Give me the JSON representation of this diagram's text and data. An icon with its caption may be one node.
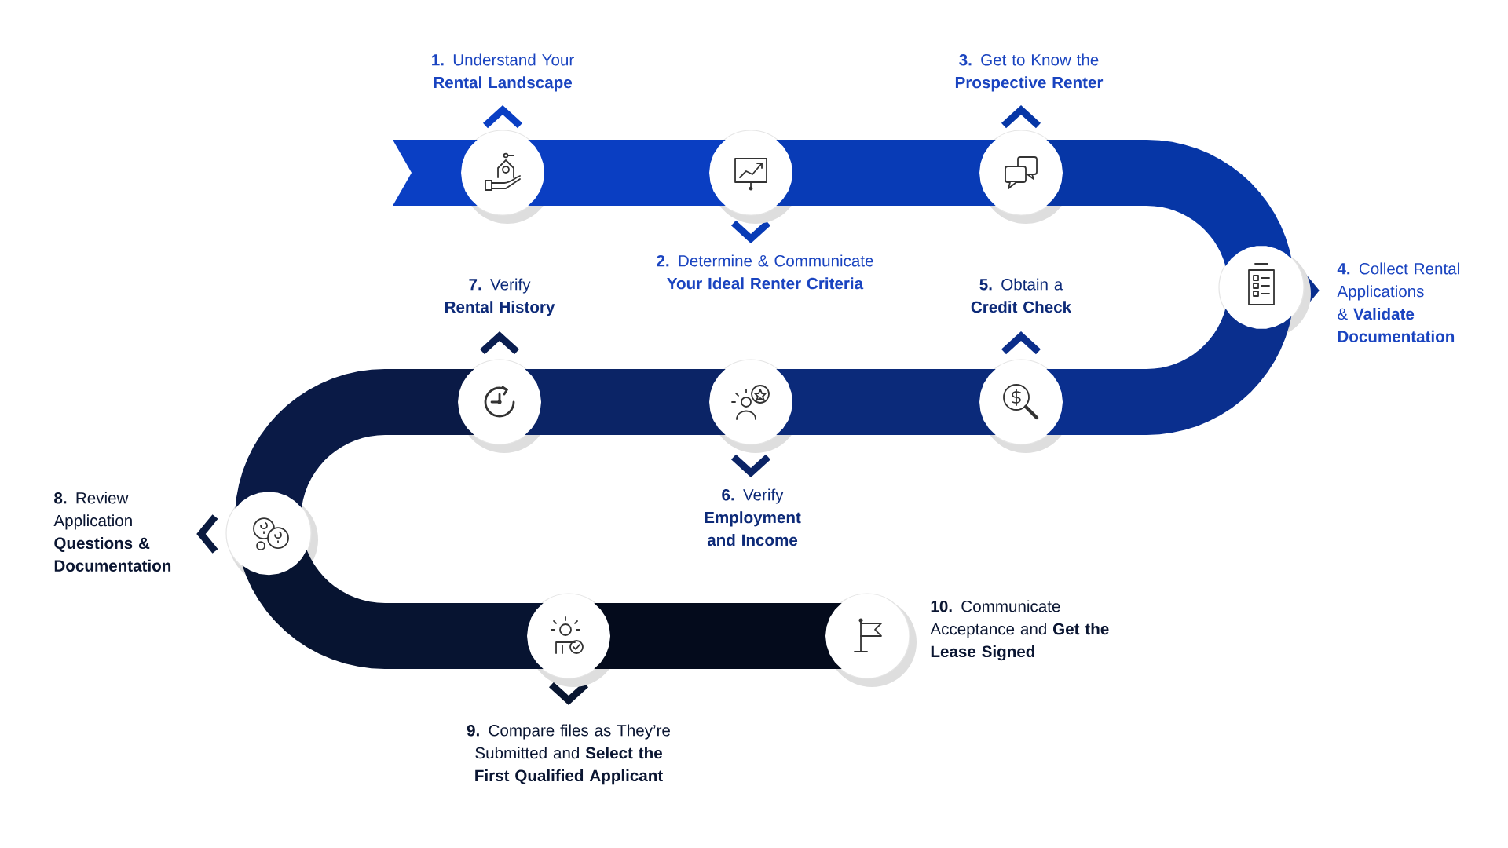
{
  "diagram": {
    "nodes": [
      {
        "text": [],
        "shape": "circle",
        "beside": [
          "**1.** Understand Your **Rental Landscape**"
        ]
      },
      {
        "text": [],
        "shape": "circle",
        "beside": [
          "**2.** Determine & Communicate **Your Ideal Renter Criteria**"
        ]
      },
      {
        "text": [],
        "shape": "circle",
        "beside": [
          "**3.** Get to Know the **Prospective Renter**"
        ]
      },
      {
        "text": [],
        "shape": "circle",
        "beside": [
          "**4.** Collect Rental Applications & **Validate Documentation**"
        ]
      },
      {
        "text": [],
        "shape": "circle",
        "beside": [
          "**5.** Obtain a **Credit Check**"
        ]
      },
      {
        "text": [],
        "shape": "circle",
        "beside": [
          "**6.** Verify **Employment and Income**"
        ]
      },
      {
        "text": [],
        "shape": "circle",
        "beside": [
          "**7.** Verify **Rental History**"
        ]
      },
      {
        "text": [],
        "shape": "circle",
        "beside": [
          "**8.** Review Application **Questions & Documentation**"
        ]
      },
      {
        "text": [],
        "shape": "circle",
        "beside": [
          "**9.** Compare files as They’re Submitted and **Select the First Qualified Applicant**"
        ]
      },
      {
        "text": [],
        "shape": "circle",
        "beside": [
          "**10.** Communicate Acceptance and **Get the Lease Signed**"
        ]
      }
    ],
    "edges": [
      {
        "from": null,
        "to": 0,
        "arrow": "none",
        "color": "#0a3fc4"
      },
      {
        "from": 0,
        "to": 1,
        "arrow": "none",
        "color": "#0a3ec2"
      },
      {
        "from": 1,
        "to": 2,
        "arrow": "none",
        "color": "#083bb6"
      },
      {
        "from": 2,
        "to": 3,
        "arrow": "none",
        "color": "#0636a6"
      },
      {
        "from": 3,
        "to": 4,
        "arrow": "none",
        "color": "#0a2f8e"
      },
      {
        "from": 4,
        "to": 5,
        "arrow": "none",
        "color": "#0b2a7a"
      },
      {
        "from": 5,
        "to": 6,
        "arrow": "none",
        "color": "#0b2466"
      },
      {
        "from": 6,
        "to": 7,
        "arrow": "none",
        "color": "#0a1a46"
      },
      {
        "from": 7,
        "to": 8,
        "arrow": "none",
        "color": "#071431"
      },
      {
        "from": 8,
        "to": 9,
        "arrow": "none",
        "color": "#040b1c"
      }
    ]
  }
}
